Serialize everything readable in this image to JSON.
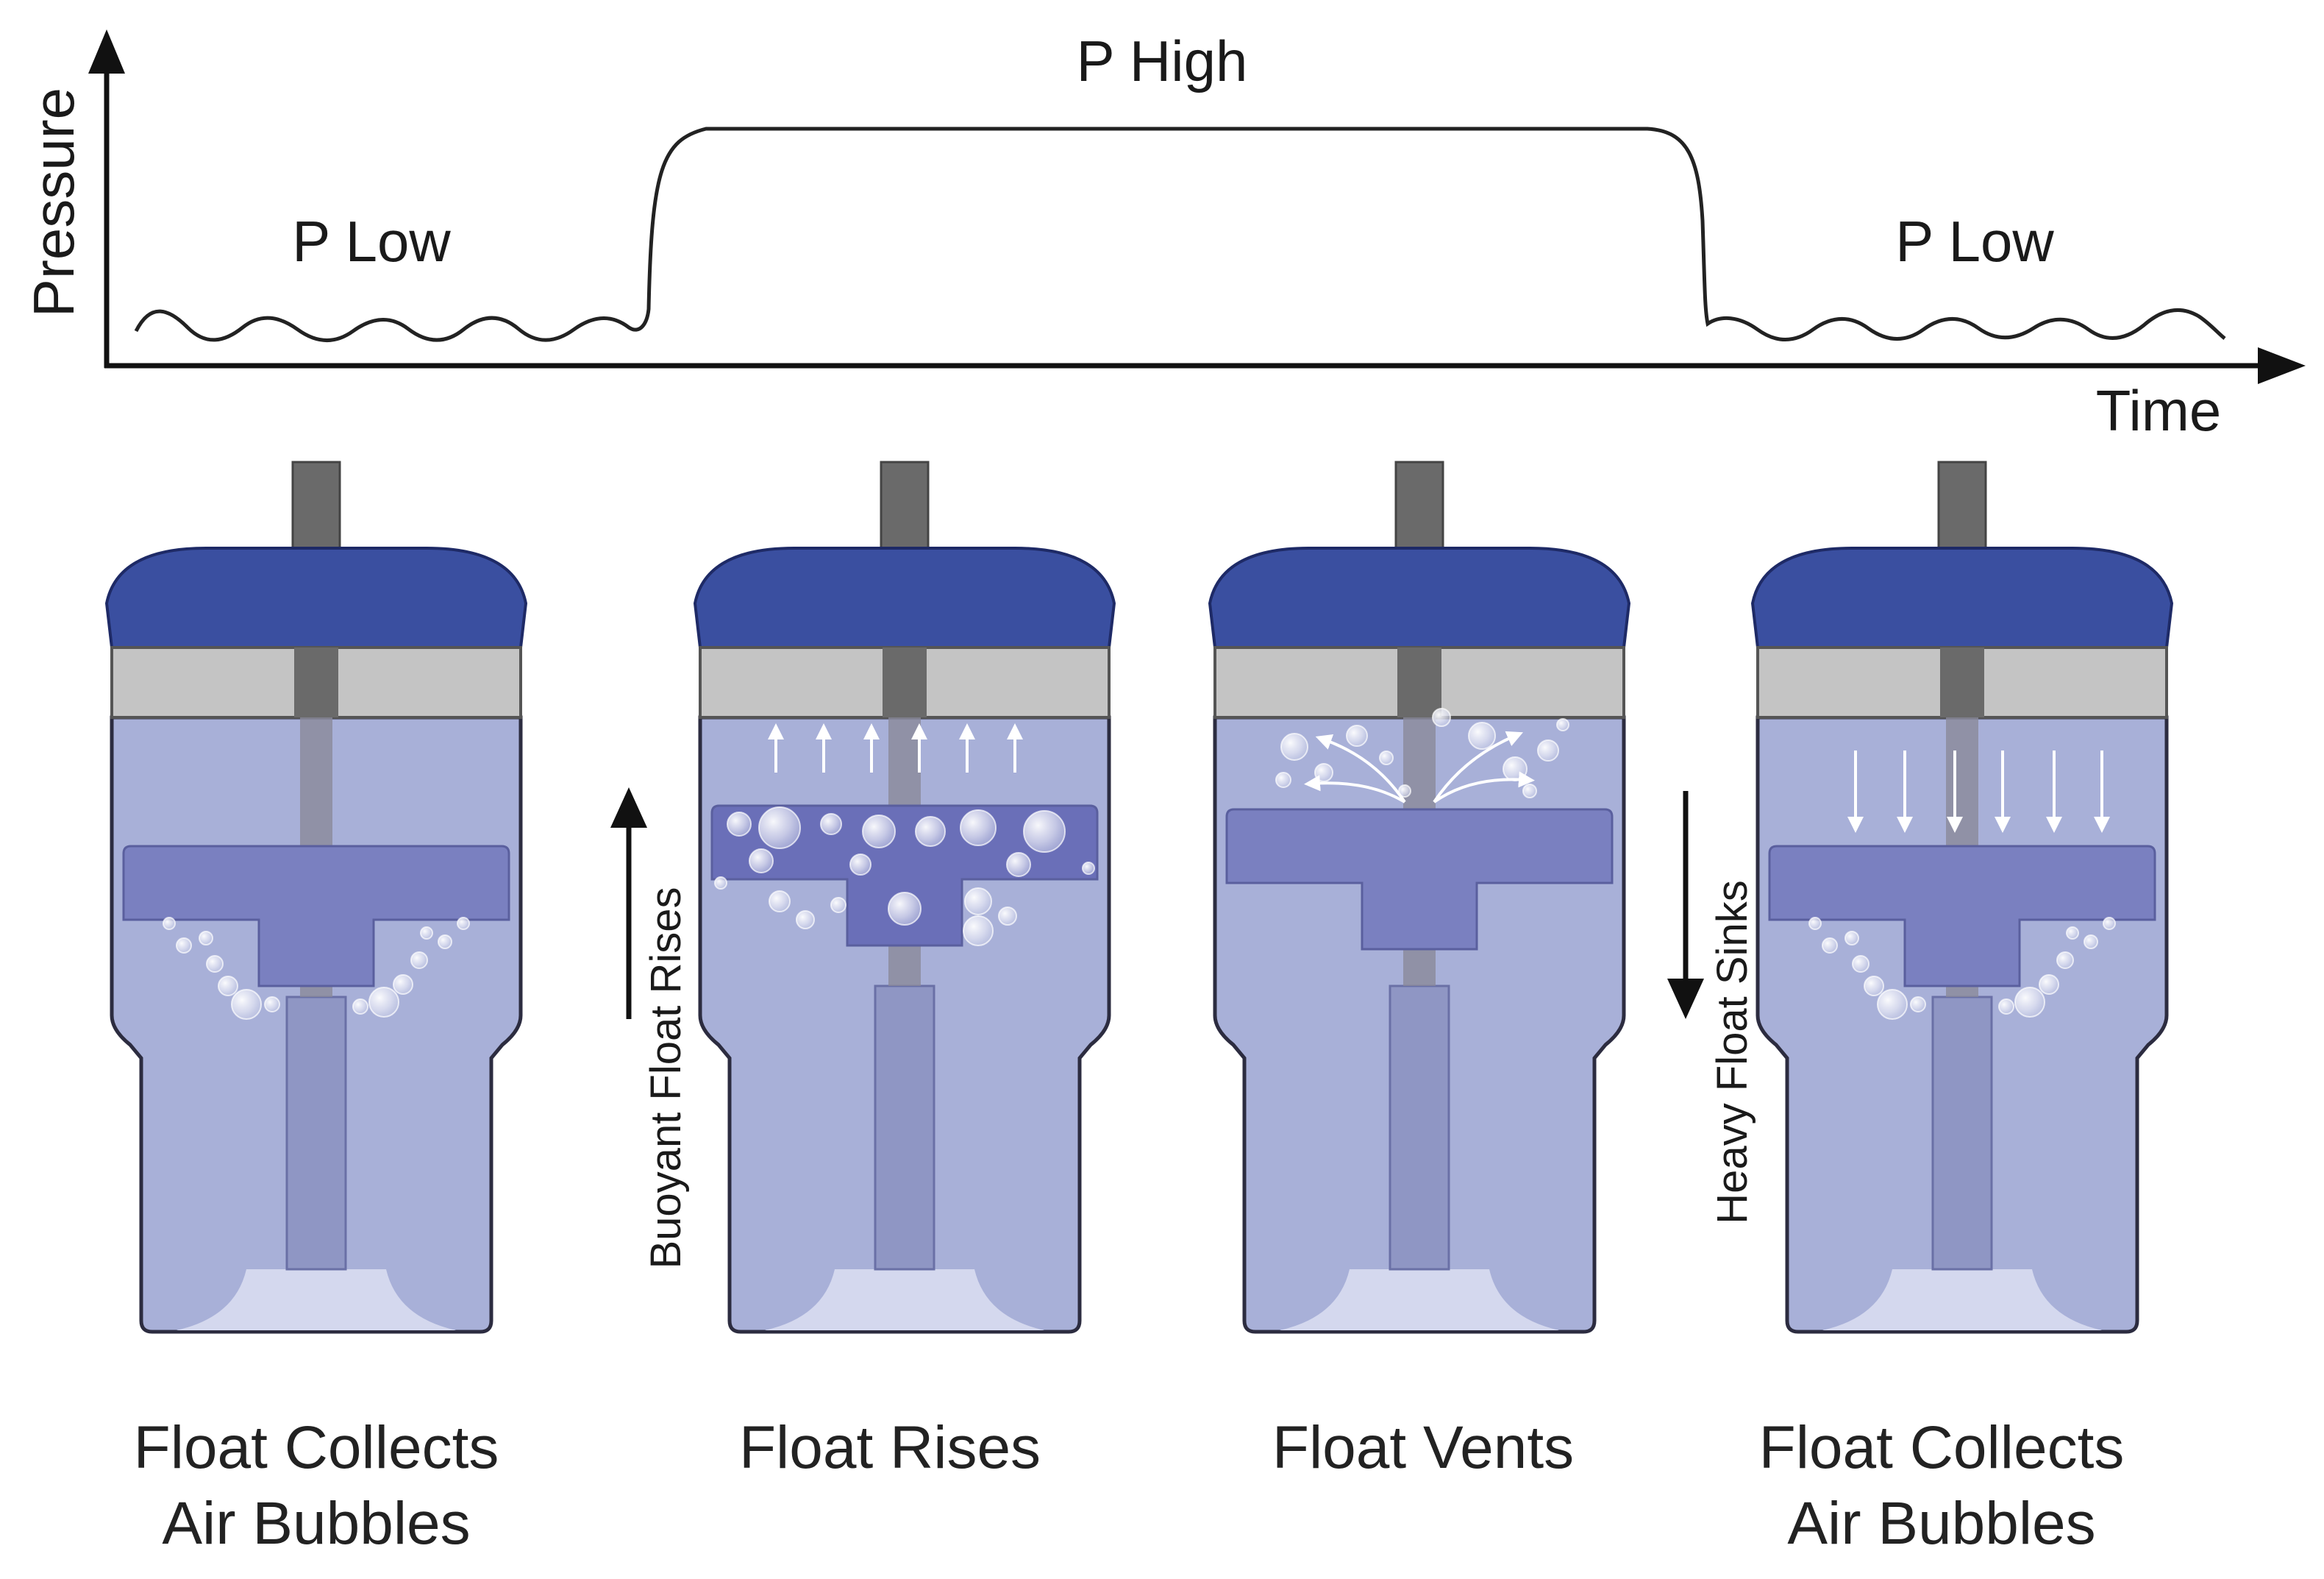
{
  "graph": {
    "y_axis_label": "Pressure",
    "x_axis_label": "Time",
    "phase_low_start": "P Low",
    "phase_high": "P High",
    "phase_low_end": "P Low"
  },
  "motion_labels": {
    "rise": "Buoyant Float Rises",
    "sink": "Heavy Float Sinks"
  },
  "stages": [
    {
      "caption_line1": "Float Collects",
      "caption_line2": "Air Bubbles",
      "state": "collecting"
    },
    {
      "caption_line1": "Float Rises",
      "caption_line2": "",
      "state": "rising"
    },
    {
      "caption_line1": "Float Vents",
      "caption_line2": "",
      "state": "venting"
    },
    {
      "caption_line1": "Float Collects",
      "caption_line2": "Air Bubbles",
      "state": "collecting-sinking"
    }
  ],
  "colors": {
    "cap_blue": "#3a4fa0",
    "collar_gray": "#c4c4c4",
    "body_lavender": "#a8b0d8",
    "float_purple": "#7a80c0",
    "stem_gray": "#6a6a6a"
  }
}
